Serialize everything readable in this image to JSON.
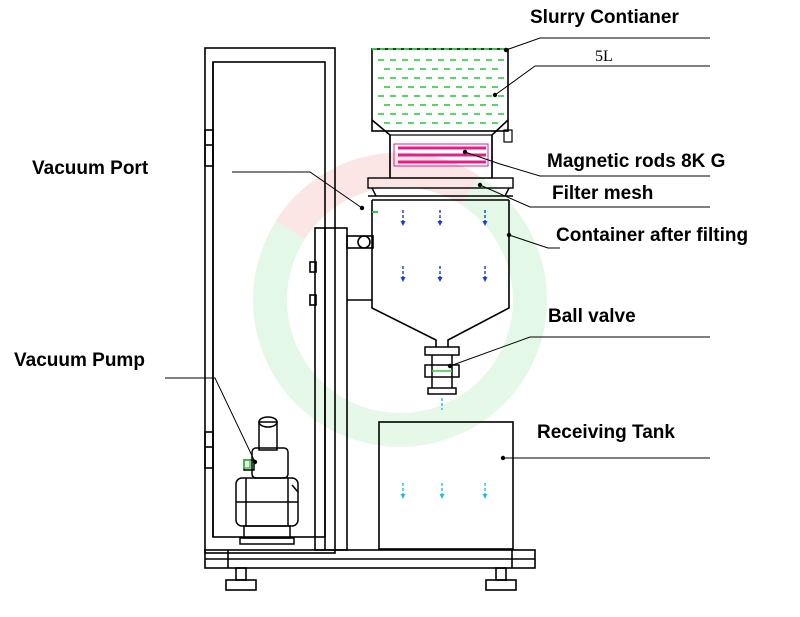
{
  "labels": {
    "slurry_container": "Slurry Contianer",
    "volume": "5L",
    "magnetic_rods": "Magnetic rods 8K G",
    "filter_mesh": "Filter mesh",
    "container_after_filtering": "Container after filting",
    "ball_valve": "Ball valve",
    "receiving_tank": "Receiving Tank",
    "vacuum_port": "Vacuum Port",
    "vacuum_pump": "Vacuum Pump"
  },
  "colors": {
    "line": "#000000",
    "slurry": "#2ecc40",
    "magnet": "#e0208c",
    "flow_arrow": "#1a3ad6",
    "tank_arrow": "#20c0e0"
  }
}
